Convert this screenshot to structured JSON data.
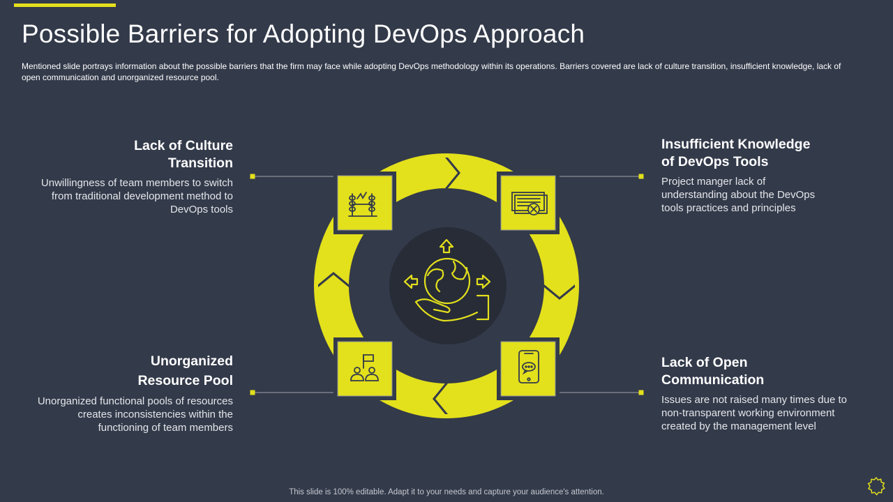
{
  "header": {
    "title": "Possible Barriers for Adopting DevOps Approach",
    "subtitle": "Mentioned slide portrays information about the possible barriers that the firm may face while adopting DevOps methodology within its operations. Barriers covered  are lack of culture transition, insufficient knowledge,  lack of open communication and unorganized  resource pool."
  },
  "barriers": [
    {
      "title_line1": "Lack of Culture",
      "title_line2": "Transition",
      "description": "Unwillingness  of team members to switch from traditional development method to DevOps tools",
      "icon": "abacus-icon"
    },
    {
      "title_line1": "Insufficient  Knowledge",
      "title_line2": "of DevOps Tools",
      "description": "Project manger lack of understanding about the DevOps tools practices and principles",
      "icon": "document-error-icon"
    },
    {
      "title_line1": "Unorganized",
      "title_line2": "Resource Pool",
      "description": "Unorganized functional pools of resources creates inconsistencies within the functioning of team members",
      "icon": "team-flag-icon"
    },
    {
      "title_line1": "Lack of Open",
      "title_line2": "Communication",
      "description": "Issues  are not raised many times due to non-transparent  working environment created by the management level",
      "icon": "mobile-chat-icon"
    }
  ],
  "center_icon": "globe-hand-icon",
  "footer": {
    "note": "This slide is 100% editable. Adapt it to your needs and capture your audience's attention."
  },
  "colors": {
    "background": "#333a4a",
    "accent": "#e3e01c",
    "center_circle": "#272c37",
    "connector": "#8a8f99"
  }
}
